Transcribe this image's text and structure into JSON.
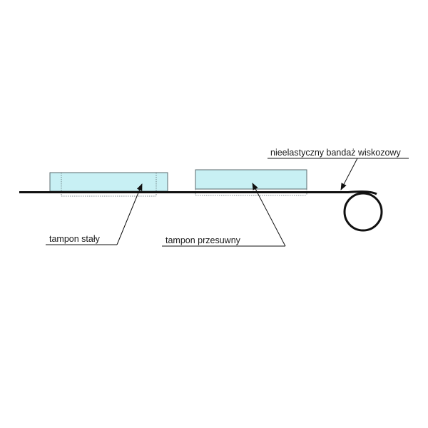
{
  "labels": {
    "fixed_pad": "tampon stały",
    "sliding_pad": "tampon przesuwny",
    "bandage": "nieelastyczny bandaż wiskozowy"
  },
  "colors": {
    "pad_fill": "#c8f0f4",
    "pad_stroke": "#5a6a6e",
    "line": "#111111",
    "background": "#ffffff"
  }
}
